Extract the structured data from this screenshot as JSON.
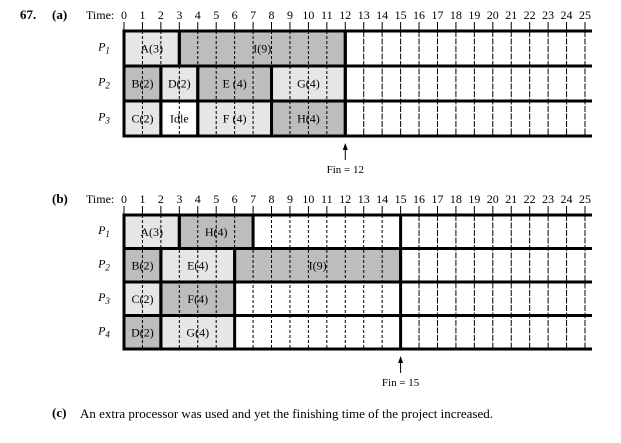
{
  "problem_number": "67.",
  "parts": [
    {
      "label": "(a)",
      "time_label": "Time:",
      "time_max": 25,
      "processors": [
        "P1",
        "P2",
        "P3"
      ],
      "tasks": [
        {
          "proc": 0,
          "label": "A(3)",
          "start": 0,
          "end": 3,
          "shade": "light"
        },
        {
          "proc": 0,
          "label": "I(9)",
          "start": 3,
          "end": 12,
          "shade": "dark"
        },
        {
          "proc": 1,
          "label": "B(2)",
          "start": 0,
          "end": 2,
          "shade": "dark"
        },
        {
          "proc": 1,
          "label": "D(2)",
          "start": 2,
          "end": 4,
          "shade": "light"
        },
        {
          "proc": 1,
          "label": "E (4)",
          "start": 4,
          "end": 8,
          "shade": "dark"
        },
        {
          "proc": 1,
          "label": "G(4)",
          "start": 8,
          "end": 12,
          "shade": "light"
        },
        {
          "proc": 2,
          "label": "C(2)",
          "start": 0,
          "end": 2,
          "shade": "light"
        },
        {
          "proc": 2,
          "label": "Idle",
          "start": 2,
          "end": 4,
          "shade": "none"
        },
        {
          "proc": 2,
          "label": "F (4)",
          "start": 4,
          "end": 8,
          "shade": "light"
        },
        {
          "proc": 2,
          "label": "H(4)",
          "start": 8,
          "end": 12,
          "shade": "dark"
        }
      ],
      "finish": 12,
      "finish_label": "Fin = 12"
    },
    {
      "label": "(b)",
      "time_label": "Time:",
      "time_max": 25,
      "processors": [
        "P1",
        "P2",
        "P3",
        "P4"
      ],
      "tasks": [
        {
          "proc": 0,
          "label": "A(3)",
          "start": 0,
          "end": 3,
          "shade": "light"
        },
        {
          "proc": 0,
          "label": "H(4)",
          "start": 3,
          "end": 7,
          "shade": "dark"
        },
        {
          "proc": 1,
          "label": "B(2)",
          "start": 0,
          "end": 2,
          "shade": "dark"
        },
        {
          "proc": 1,
          "label": "E(4)",
          "start": 2,
          "end": 6,
          "shade": "light"
        },
        {
          "proc": 1,
          "label": "I(9)",
          "start": 6,
          "end": 15,
          "shade": "dark"
        },
        {
          "proc": 2,
          "label": "C(2)",
          "start": 0,
          "end": 2,
          "shade": "light"
        },
        {
          "proc": 2,
          "label": "F(4)",
          "start": 2,
          "end": 6,
          "shade": "dark"
        },
        {
          "proc": 3,
          "label": "D(2)",
          "start": 0,
          "end": 2,
          "shade": "dark"
        },
        {
          "proc": 3,
          "label": "G(4)",
          "start": 2,
          "end": 6,
          "shade": "light"
        }
      ],
      "finish": 15,
      "finish_label": "Fin = 15"
    }
  ],
  "part_c": {
    "label": "(c)",
    "text": "An extra processor was used and yet the finishing time of the project increased."
  },
  "colors": {
    "light": "#e6e6e6",
    "dark": "#bdbdbd",
    "none": "#ffffff"
  }
}
